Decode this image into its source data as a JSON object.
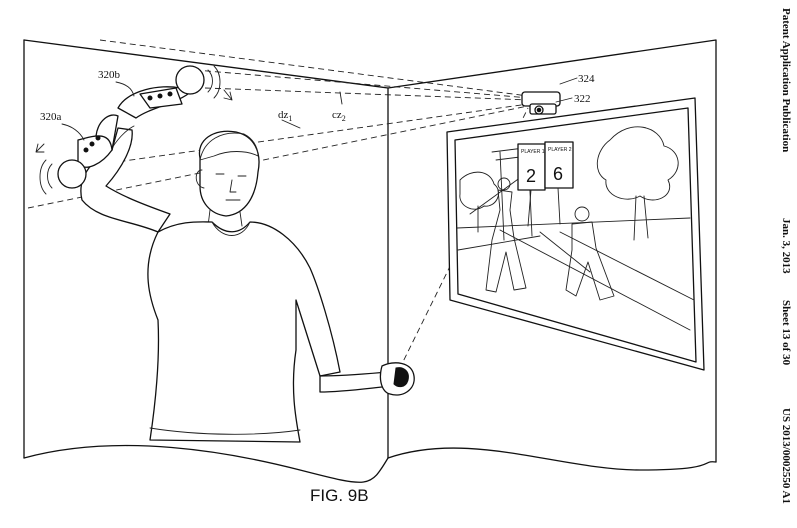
{
  "header": {
    "left": "Patent Application Publication",
    "date": "Jan. 3, 2013",
    "sheet": "Sheet 13 of 30",
    "number": "US 2013/0002550 A1"
  },
  "figure": {
    "caption": "FIG. 9B"
  },
  "labels": {
    "controller_b": "320b",
    "controller_a": "320a",
    "camera": "324",
    "camera_body": "322",
    "dz_main": "dz",
    "dz_sub": "1",
    "cz_main": "cz",
    "cz_sub": "2"
  },
  "scoreboard": {
    "player1_label": "PLAYER 1",
    "player2_label": "PLAYER 2",
    "player1_score": "2",
    "player2_score": "6"
  }
}
